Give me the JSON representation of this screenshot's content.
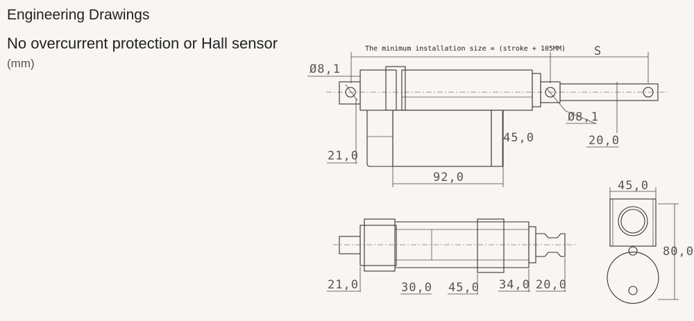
{
  "header": {
    "title": "Engineering Drawings",
    "subtitle": "No overcurrent protection or Hall sensor",
    "unit": "(mm)"
  },
  "drawing": {
    "note": "The minimum installation size = (stroke + 105MM)",
    "stroke_label": "S",
    "dims": {
      "hole_rear": "Ø8,1",
      "hole_front": "Ø8,1",
      "rod_end": "20,0",
      "motor_height": "45,0",
      "rear_clevis": "21,0",
      "body_length": "92,0",
      "width": "45,0",
      "height": "80,0",
      "bottom_21": "21,0",
      "bottom_30": "30,0",
      "bottom_45": "45,0",
      "bottom_34": "34,0",
      "bottom_20": "20,0"
    }
  }
}
